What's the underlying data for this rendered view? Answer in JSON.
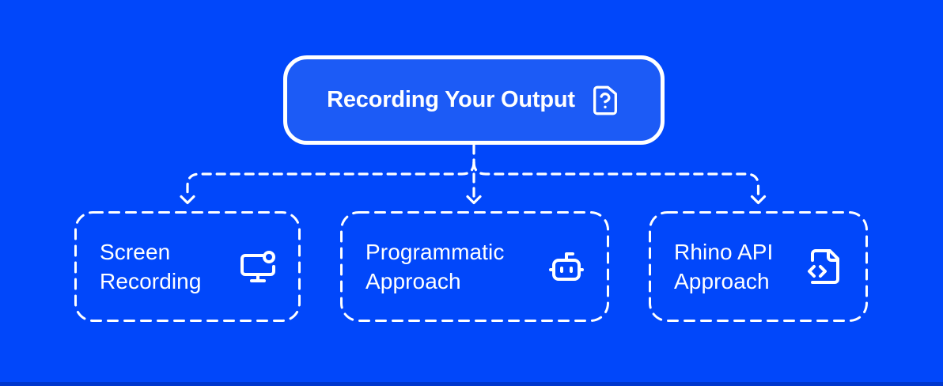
{
  "canvas": {
    "background_color": "#0147fa",
    "root_fill_color": "#1c5bf6",
    "line_color": "#ffffff",
    "text_color": "#ffffff",
    "bottom_strip_color": "#0037cd"
  },
  "root_node": {
    "label": "Recording Your Output",
    "icon": "file-question-icon"
  },
  "children": [
    {
      "label": "Screen Recording",
      "icon": "monitor-dot-icon"
    },
    {
      "label": "Programmatic Approach",
      "icon": "bot-icon"
    },
    {
      "label": "Rhino API Approach",
      "icon": "file-code-icon"
    }
  ]
}
